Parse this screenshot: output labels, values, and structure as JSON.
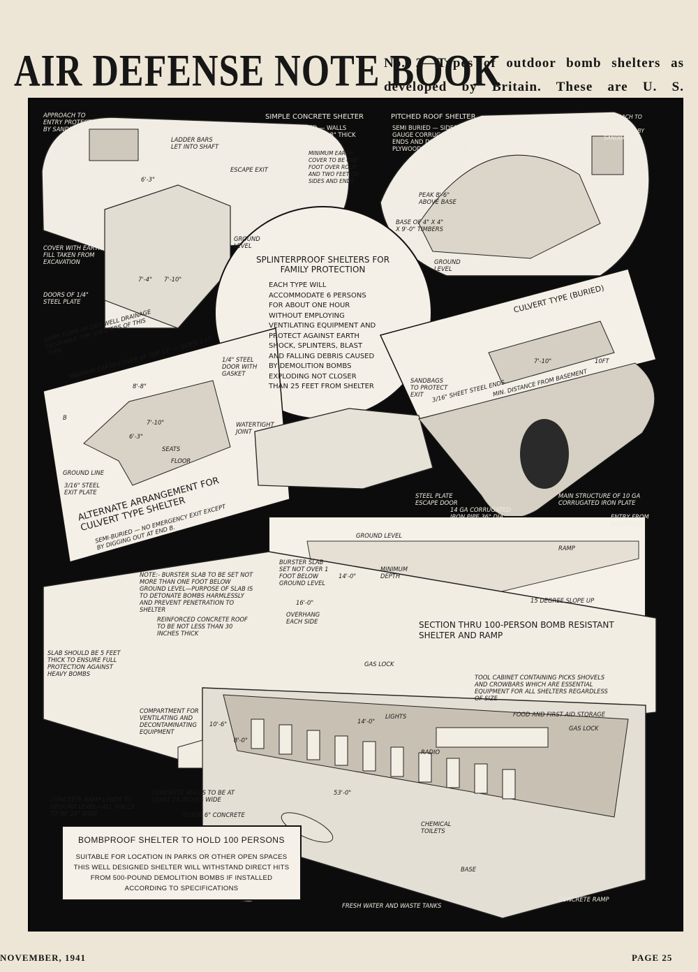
{
  "header": {
    "title": "AIR DEFENSE NOTE BOOK",
    "subtitle": "No. 2—Types of outdoor bomb shelters as developed by Britain. These are U. S. approved."
  },
  "simple_shelter": {
    "heading": "SIMPLE CONCRETE SHELTER",
    "sub": "COMPLETELY BURIED — WALLS FLOOR AND ROOF TO BE 8\" THICK",
    "labels": {
      "approach": "APPROACH TO ENTRY PROTECTED BY SANDBAGS",
      "ladder": "LADDER BARS LET INTO SHAFT",
      "escape": "ESCAPE EXIT",
      "min_earth": "MINIMUM EARTH COVER TO BE ONE FOOT OVER ROOF AND TWO FEET ON SIDES AND ENDS",
      "ground_level": "GROUND LEVEL",
      "cover": "COVER WITH EARTH FILL TAKEN FROM EXCAVATION",
      "doors": "DOORS OF 1/4\" STEEL PLATE",
      "dim_width": "6'-3\"",
      "dim_a": "7'-4\"",
      "dim_b": "7'-10\""
    }
  },
  "pitched_shelter": {
    "heading": "PITCHED ROOF SHELTER",
    "sub": "SEMI BURIED — SIDES OF 8 GAUGE CORRUGATED IRON ENDS AND DOORS OF 5/8\" PLYWOOD & STEEL PLATE",
    "labels": {
      "approach": "APPROACH TO ENTRY PROTECTED BY SANDBAGS",
      "peak": "PEAK 8'-6\" ABOVE BASE",
      "base": "BASE OF 4\" X 4\" X 9'-0\" TIMBERS",
      "ground_level": "GROUND LEVEL"
    }
  },
  "splinterproof": {
    "heading": "SPLINTERPROOF SHELTERS FOR FAMILY PROTECTION",
    "body": "EACH TYPE WILL ACCOMMODATE 6 PERSONS FOR ABOUT ONE HOUR WITHOUT EMPLOYING VENTILATING EQUIPMENT AND PROTECT AGAINST EARTH SHOCK, SPLINTERS, BLAST AND FALLING DEBRIS CAUSED BY DEMOLITION BOMBS EXPLODING NOT CLOSER THAN 25 FEET FROM SHELTER"
  },
  "alternate": {
    "note": "SOME FORM OF DRY WELL DRAINAGE DESIRABLE FOR SHELTERS OF THIS TYPE",
    "min_cover": "MINIMUM EARTH COVER AT TOP 12\" — SIDES 2 FT.",
    "dim_top": "8'-8\"",
    "door": "1/4\" STEEL DOOR WITH GASKET",
    "dim_mid": "7'-10\"",
    "dim_h": "6'-3\"",
    "seats": "SEATS",
    "floor": "FLOOR",
    "watertight": "WATERTIGHT JOINT",
    "ground_line": "GROUND LINE",
    "exit_plate": "3/16\" STEEL EXIT PLATE",
    "b": "B",
    "caption": "ALTERNATE ARRANGEMENT FOR CULVERT TYPE SHELTER",
    "caption2": "SEMI-BURIED — NO EMERGENCY EXIT EXCEPT BY DIGGING OUT AT END B."
  },
  "culvert": {
    "heading": "CULVERT TYPE (BURIED)",
    "sandbags": "SANDBAGS TO PROTECT EXIT",
    "sheet": "3/16\" SHEET STEEL ENDS",
    "min_dist": "MIN. DISTANCE FROM BASEMENT",
    "dim_10ft": "10FT",
    "dim_7": "7'-10\"",
    "steel_plate": "STEEL PLATE ESCAPE DOOR",
    "pipe": "14 GA CORRUGATED IRON PIPE 36\" DIA",
    "main_structure": "MAIN STRUCTURE OF 10 GA CORRUGATED IRON PLATE",
    "entry": "ENTRY FROM BASEMENT"
  },
  "section": {
    "ground_level": "GROUND LEVEL",
    "ramp": "RAMP",
    "burster": "BURSTER SLAB SET NOT OVER 1 FOOT BELOW GROUND LEVEL",
    "min_depth": "MINIMUM DEPTH",
    "dim_14": "14'-0\"",
    "dim_16": "16'-0\"",
    "overhang": "OVERHANG EACH SIDE",
    "slope": "15 DEGREE SLOPE UP",
    "caption": "SECTION THRU 100-PERSON BOMB RESISTANT SHELTER AND RAMP"
  },
  "bombproof": {
    "note": "NOTE:- BURSTER SLAB TO BE SET NOT MORE THAN ONE FOOT BELOW GROUND LEVEL—PURPOSE OF SLAB IS TO DETONATE BOMBS HARMLESSLY AND PREVENT PENETRATION TO SHELTER",
    "roof": "REINFORCED CONCRETE ROOF TO BE NOT LESS THAN 30 INCHES THICK",
    "slab": "SLAB SHOULD BE 5 FEET THICK TO ENSURE FULL PROTECTION AGAINST HEAVY BOMBS",
    "gas_lock": "GAS LOCK",
    "gas_lock2": "GAS LOCK",
    "tool_cabinet": "TOOL CABINET CONTAINING PICKS SHOVELS AND CROWBARS WHICH ARE ESSENTIAL EQUIPMENT FOR ALL SHELTERS REGARDLESS OF SIZE",
    "compartment": "COMPARTMENT FOR VENTILATING AND DECONTAMINATING EQUIPMENT",
    "lights": "LIGHTS",
    "dim_14": "14'-0\"",
    "dim_10": "10'-6\"",
    "dim_8": "8'-0\"",
    "food": "FOOD AND FIRST AID STORAGE",
    "radio": "RADIO",
    "dim_53": "53'-0\"",
    "concrete_ramp_leads": "CONCRETE RAMP LEADS TO GROUND LEVEL—ALL WALLS TO BE 24\" WIDE",
    "walls": "CONCRETE WALLS TO BE AT LEAST 24 INCHES WIDE",
    "floor": "FLOOR 6\" CONCRETE",
    "toilets": "CHEMICAL TOILETS",
    "base": "BASE",
    "tanks": "FRESH WATER AND WASTE TANKS",
    "concrete_ramp": "CONCRETE RAMP",
    "caption_title": "BOMBPROOF SHELTER TO HOLD 100 PERSONS",
    "caption_body": "SUITABLE FOR LOCATION IN PARKS OR OTHER OPEN SPACES THIS WELL DESIGNED SHELTER WILL WITHSTAND DIRECT HITS FROM 500-POUND DEMOLITION BOMBS IF INSTALLED ACCORDING TO SPECIFICATIONS"
  },
  "footer": {
    "date": "NOVEMBER, 1941",
    "page": "PAGE 25"
  }
}
